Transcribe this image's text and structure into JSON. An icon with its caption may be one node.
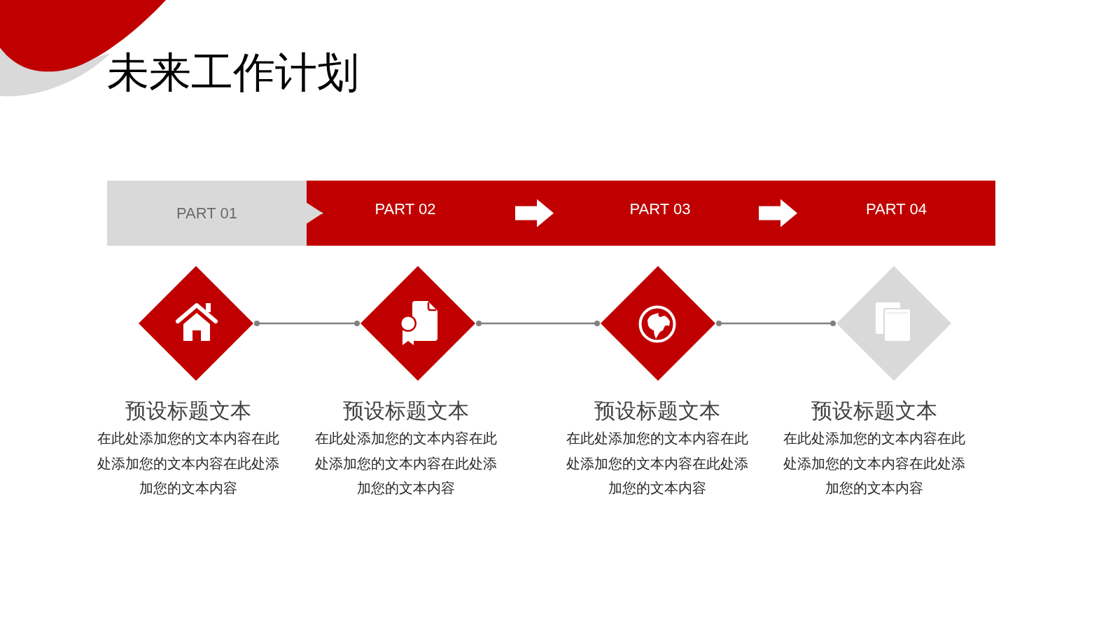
{
  "diagram": {
    "title": "未来工作计划",
    "nodes": [
      {
        "text": [
          "PART 01"
        ]
      },
      {
        "text": [
          "PART 02"
        ]
      },
      {
        "text": [
          "PART 03"
        ]
      },
      {
        "text": [
          "PART 04"
        ]
      },
      {
        "text": [
          "预设标题文本",
          "在此处添加您的文本内容在此处添加您的文本内容在此处添加您的文本内容"
        ]
      },
      {
        "text": [
          "预设标题文本",
          "在此处添加您的文本内容在此处添加您的文本内容在此处添加您的文本内容"
        ]
      },
      {
        "text": [
          "预设标题文本",
          "在此处添加您的文本内容在此处添加您的文本内容在此处添加您的文本内容"
        ]
      },
      {
        "text": [
          "预设标题文本",
          "在此处添加您的文本内容在此处添加您的文本内容在此处添加您的文本内容"
        ]
      }
    ],
    "edges": [
      {
        "from": 0,
        "to": 1,
        "arrow": "to",
        "color": "#d9d9d9"
      },
      {
        "from": 1,
        "to": 2,
        "arrow": "to",
        "style": "thick",
        "color": "#ffffff"
      },
      {
        "from": 2,
        "to": 3,
        "arrow": "to",
        "style": "thick",
        "color": "#ffffff"
      },
      {
        "from": 4,
        "to": 5,
        "arrow": "other"
      },
      {
        "from": 5,
        "to": 6,
        "arrow": "other"
      },
      {
        "from": 6,
        "to": 7,
        "arrow": "other"
      }
    ]
  }
}
